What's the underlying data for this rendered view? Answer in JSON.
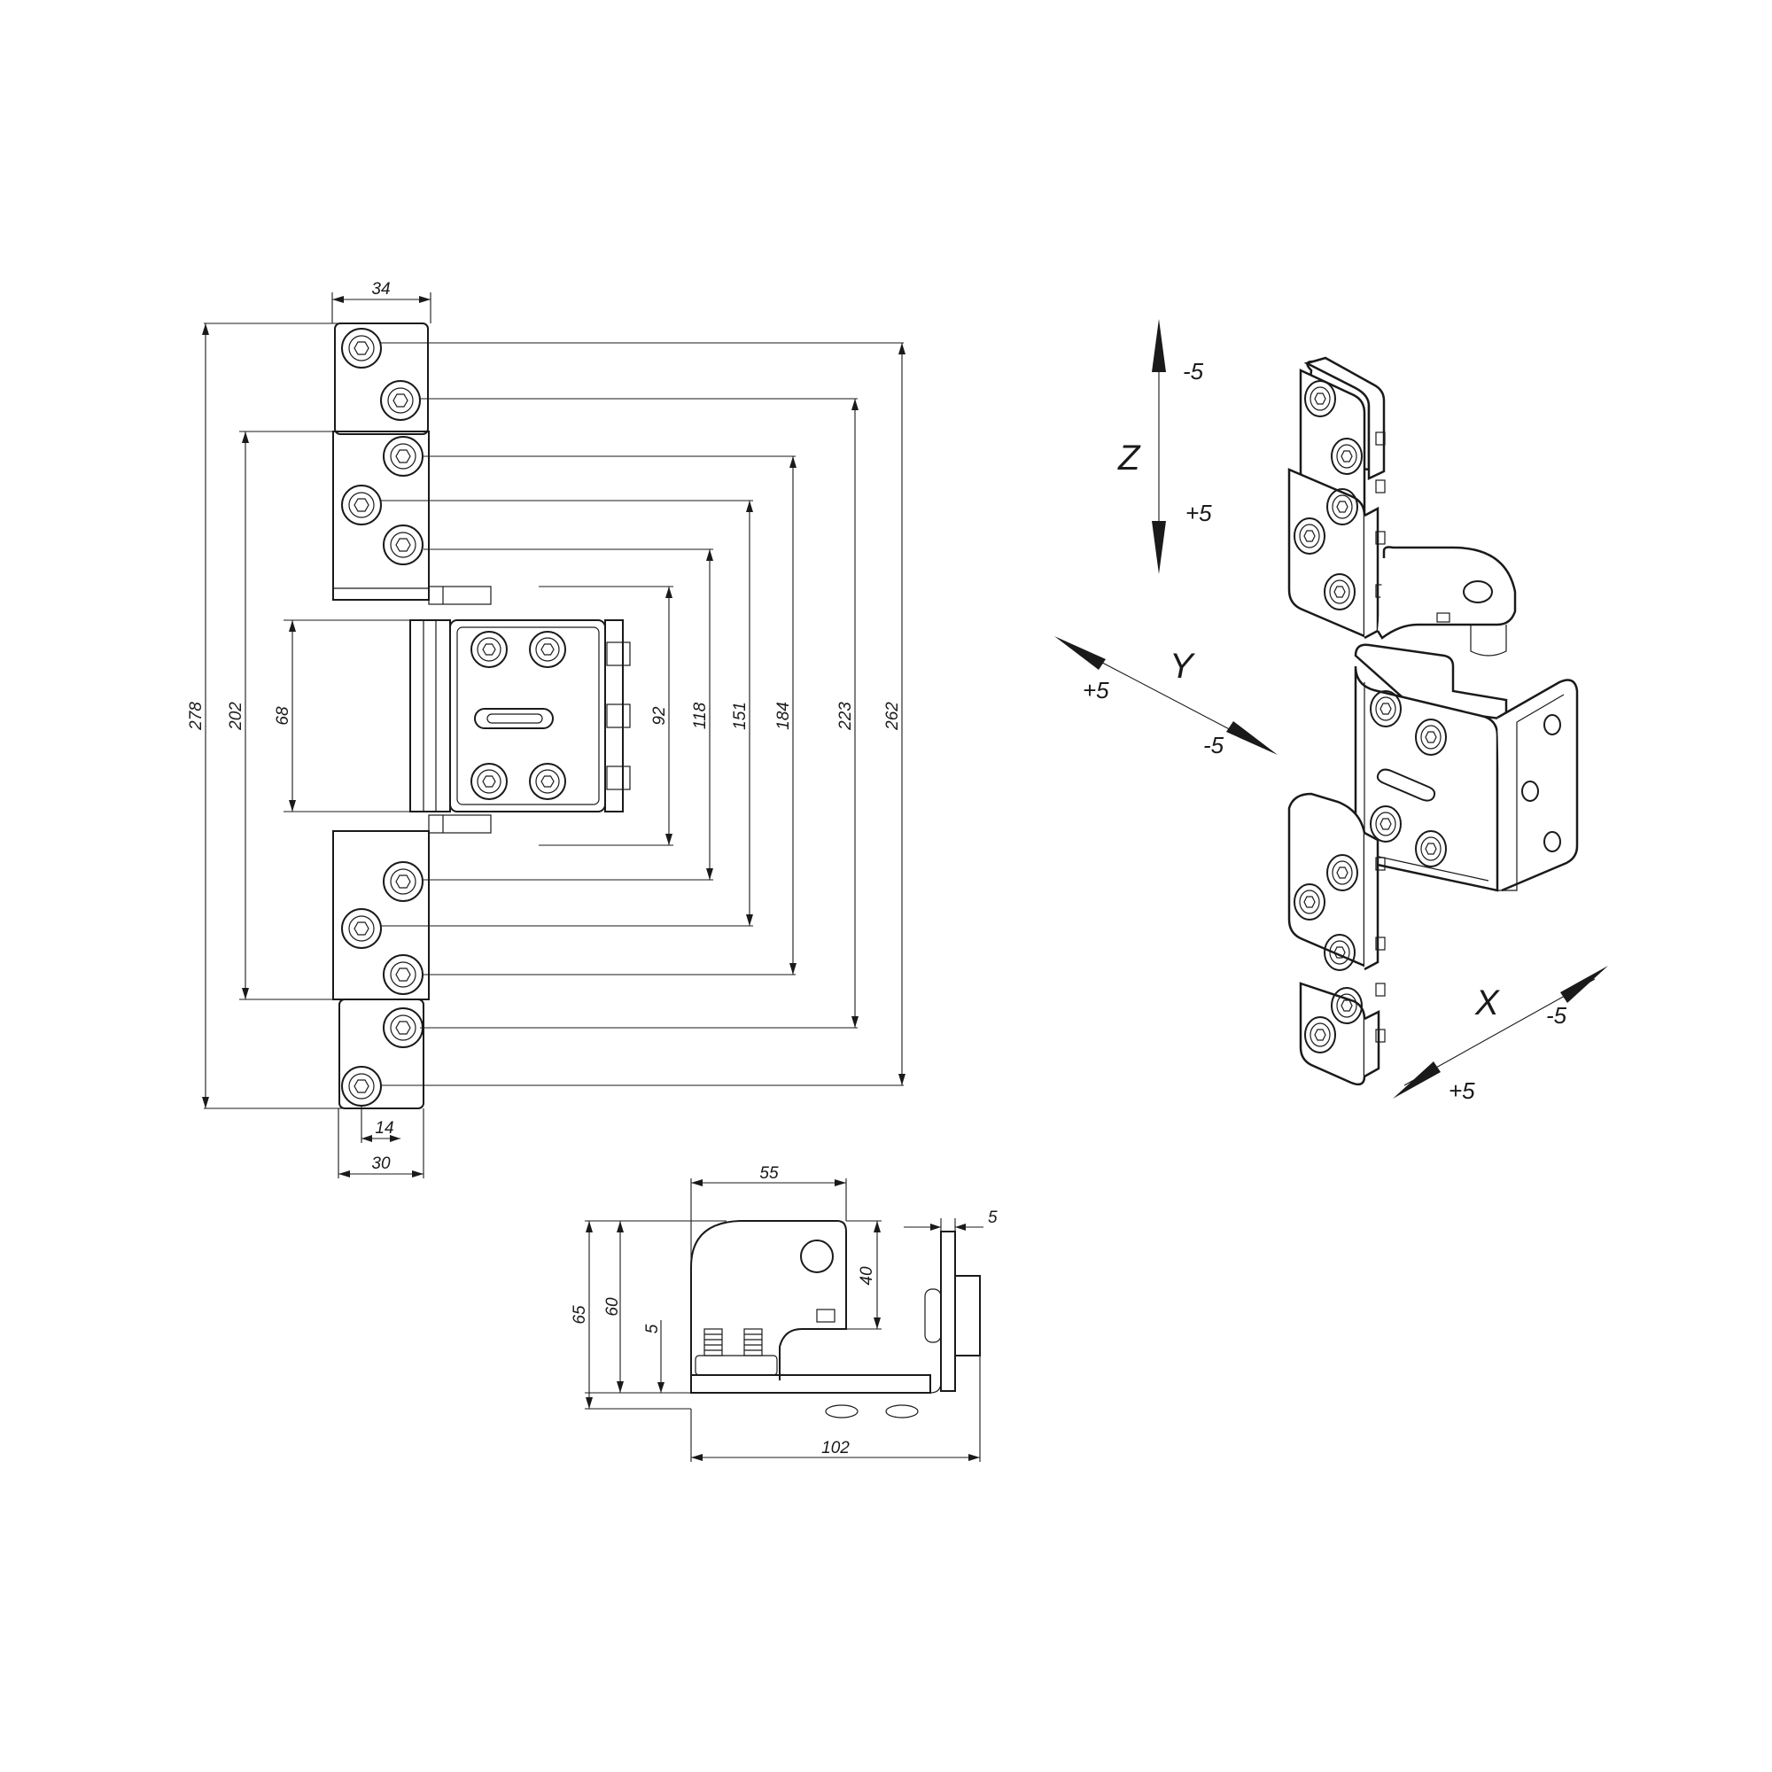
{
  "front_view": {
    "dims": {
      "top_width": "34",
      "bottom_width": "30",
      "hole_offset": "14",
      "h278": "278",
      "h202": "202",
      "h68": "68",
      "h92": "92",
      "h118": "118",
      "h151": "151",
      "h184": "184",
      "h223": "223",
      "h262": "262"
    }
  },
  "side_view": {
    "dims": {
      "width55": "55",
      "h65": "65",
      "h60": "60",
      "h40": "40",
      "t5": "5",
      "plate5": "5",
      "total102": "102"
    }
  },
  "iso_view": {
    "axes": {
      "z": {
        "label": "Z",
        "plus": "+5",
        "minus": "-5"
      },
      "y": {
        "label": "Y",
        "plus": "+5",
        "minus": "-5"
      },
      "x": {
        "label": "X",
        "plus": "+5",
        "minus": "-5"
      }
    }
  }
}
